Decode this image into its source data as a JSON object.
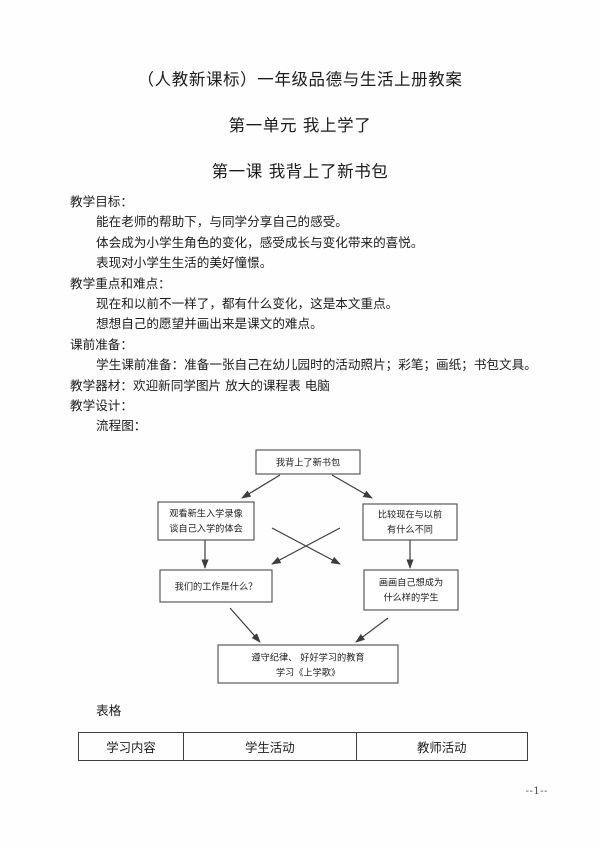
{
  "document": {
    "titles": [
      "（人教新课标）一年级品德与生活上册教案",
      "第一单元 我上学了",
      "第一课 我背上了新书包"
    ],
    "sections": [
      {
        "heading": "教学目标：",
        "lines": [
          "能在老师的帮助下，与同学分享自己的感受。",
          "体会成为小学生角色的变化，感受成长与变化带来的喜悦。",
          "表现对小学生生活的美好憧憬。"
        ]
      },
      {
        "heading": "教学重点和难点：",
        "lines": [
          "现在和以前不一样了，都有什么变化，这是本文重点。",
          "想想自己的愿望并画出来是课文的难点。"
        ]
      },
      {
        "heading": "课前准备：",
        "lines": [
          "学生课前准备：准备一张自己在幼儿园时的活动照片；彩笔；画纸；书包文具。"
        ]
      },
      {
        "heading": "教学器材：欢迎新同学图片  放大的课程表 电脑",
        "lines": []
      },
      {
        "heading": "教学设计：",
        "lines": [
          "流程图："
        ]
      }
    ],
    "flowchart": {
      "nodes": {
        "root": "我背上了新书包",
        "left_top_l1": "观看新生入学录像",
        "left_top_l2": "谈自己入学的体会",
        "right_top_l1": "比较现在与以前",
        "right_top_l2": "有什么不同",
        "left_bottom": "我们的工作是什么？",
        "right_bottom_l1": "画画自己想成为",
        "right_bottom_l2": "什么样的学生",
        "final_l1": "遵守纪律、 好好学习的教育",
        "final_l2": "学习《上学歌》"
      }
    },
    "table_label": "表格",
    "table": {
      "headers": [
        "学习内容",
        "学生活动",
        "教师活动"
      ]
    },
    "footer": "--1--"
  }
}
